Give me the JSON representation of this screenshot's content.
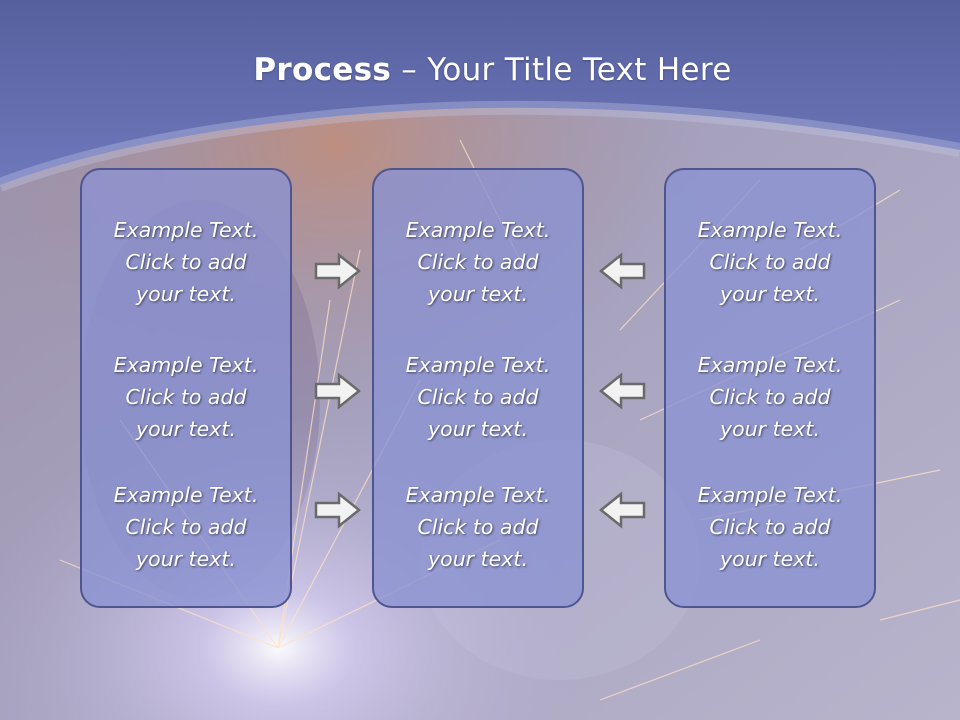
{
  "title": {
    "bold": "Process",
    "dash": " – ",
    "rest": "Your Title Text Here"
  },
  "columns": [
    {
      "items": [
        {
          "line1": "Example Text.",
          "line2": "Click  to add",
          "line3": "your text."
        },
        {
          "line1": "Example Text.",
          "line2": "Click  to add",
          "line3": "your text."
        },
        {
          "line1": "Example Text.",
          "line2": "Click  to add",
          "line3": "your text."
        }
      ]
    },
    {
      "items": [
        {
          "line1": "Example Text.",
          "line2": "Click  to add",
          "line3": "your text."
        },
        {
          "line1": "Example Text.",
          "line2": "Click  to add",
          "line3": "your text."
        },
        {
          "line1": "Example Text.",
          "line2": "Click  to add",
          "line3": "your text."
        }
      ]
    },
    {
      "items": [
        {
          "line1": "Example Text.",
          "line2": "Click  to add",
          "line3": "your text."
        },
        {
          "line1": "Example Text.",
          "line2": "Click  to add",
          "line3": "your text."
        },
        {
          "line1": "Example Text.",
          "line2": "Click  to add",
          "line3": "your text."
        }
      ]
    }
  ],
  "icons": {
    "left_arrows": "arrow-right-icon",
    "right_arrows": "arrow-left-icon"
  },
  "colors": {
    "header": "#5d68a8",
    "box_fill": "#8a92d2",
    "box_border": "#4e5590",
    "arrow_fill": "#f2f2f2",
    "arrow_stroke": "#6a6a6a"
  }
}
